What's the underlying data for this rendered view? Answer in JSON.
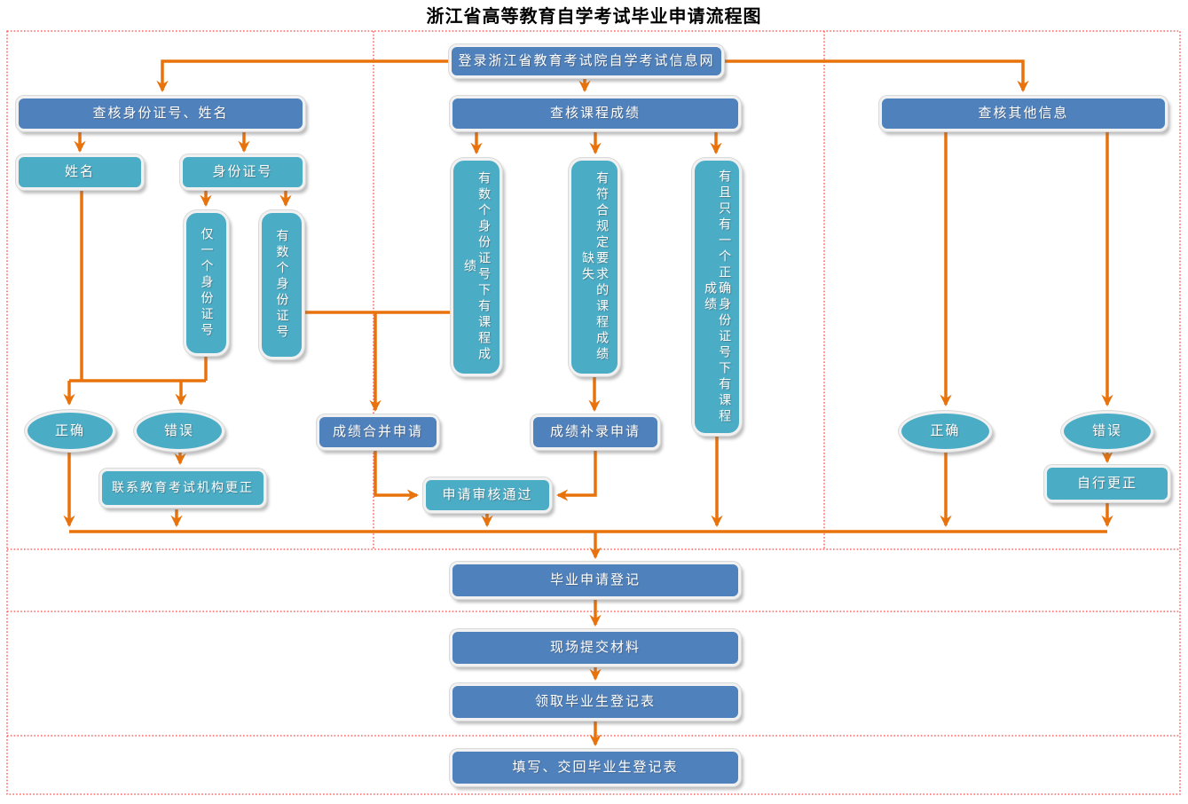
{
  "title": "浙江省高等教育自学考试毕业申请流程图",
  "colors": {
    "node_blue": "#4f81bd",
    "node_teal": "#4bacc6",
    "connector_orange": "#e8720c",
    "divider_red": "#ff4545",
    "node_text": "#ffffff",
    "title_text": "#000000"
  },
  "nodes": {
    "login": "登录浙江省教育考试院自学考试信息网",
    "check_id_name": "查核身份证号、姓名",
    "check_scores": "查核课程成绩",
    "check_other": "查核其他信息",
    "name": "姓名",
    "id_number": "身份证号",
    "only_one_id": "仅一个身份证号",
    "several_ids": "有数个身份证号",
    "scores_under_several_ids": "有数个身份证号下有课程成绩",
    "required_scores_missing": "有符合规定要求的课程成绩缺失",
    "scores_under_single_id": "有且只有一个正确身份证号下有课程成绩",
    "correct_left": "正确",
    "wrong_left": "错误",
    "contact_correction": "联系教育考试机构更正",
    "merge_apply": "成绩合并申请",
    "supplement_apply": "成绩补录申请",
    "approved": "申请审核通过",
    "correct_right": "正确",
    "wrong_right": "错误",
    "self_correction": "自行更正",
    "grad_register": "毕业申请登记",
    "submit_materials": "现场提交材料",
    "get_form": "领取毕业生登记表",
    "fill_return_form": "填写、交回毕业生登记表"
  }
}
